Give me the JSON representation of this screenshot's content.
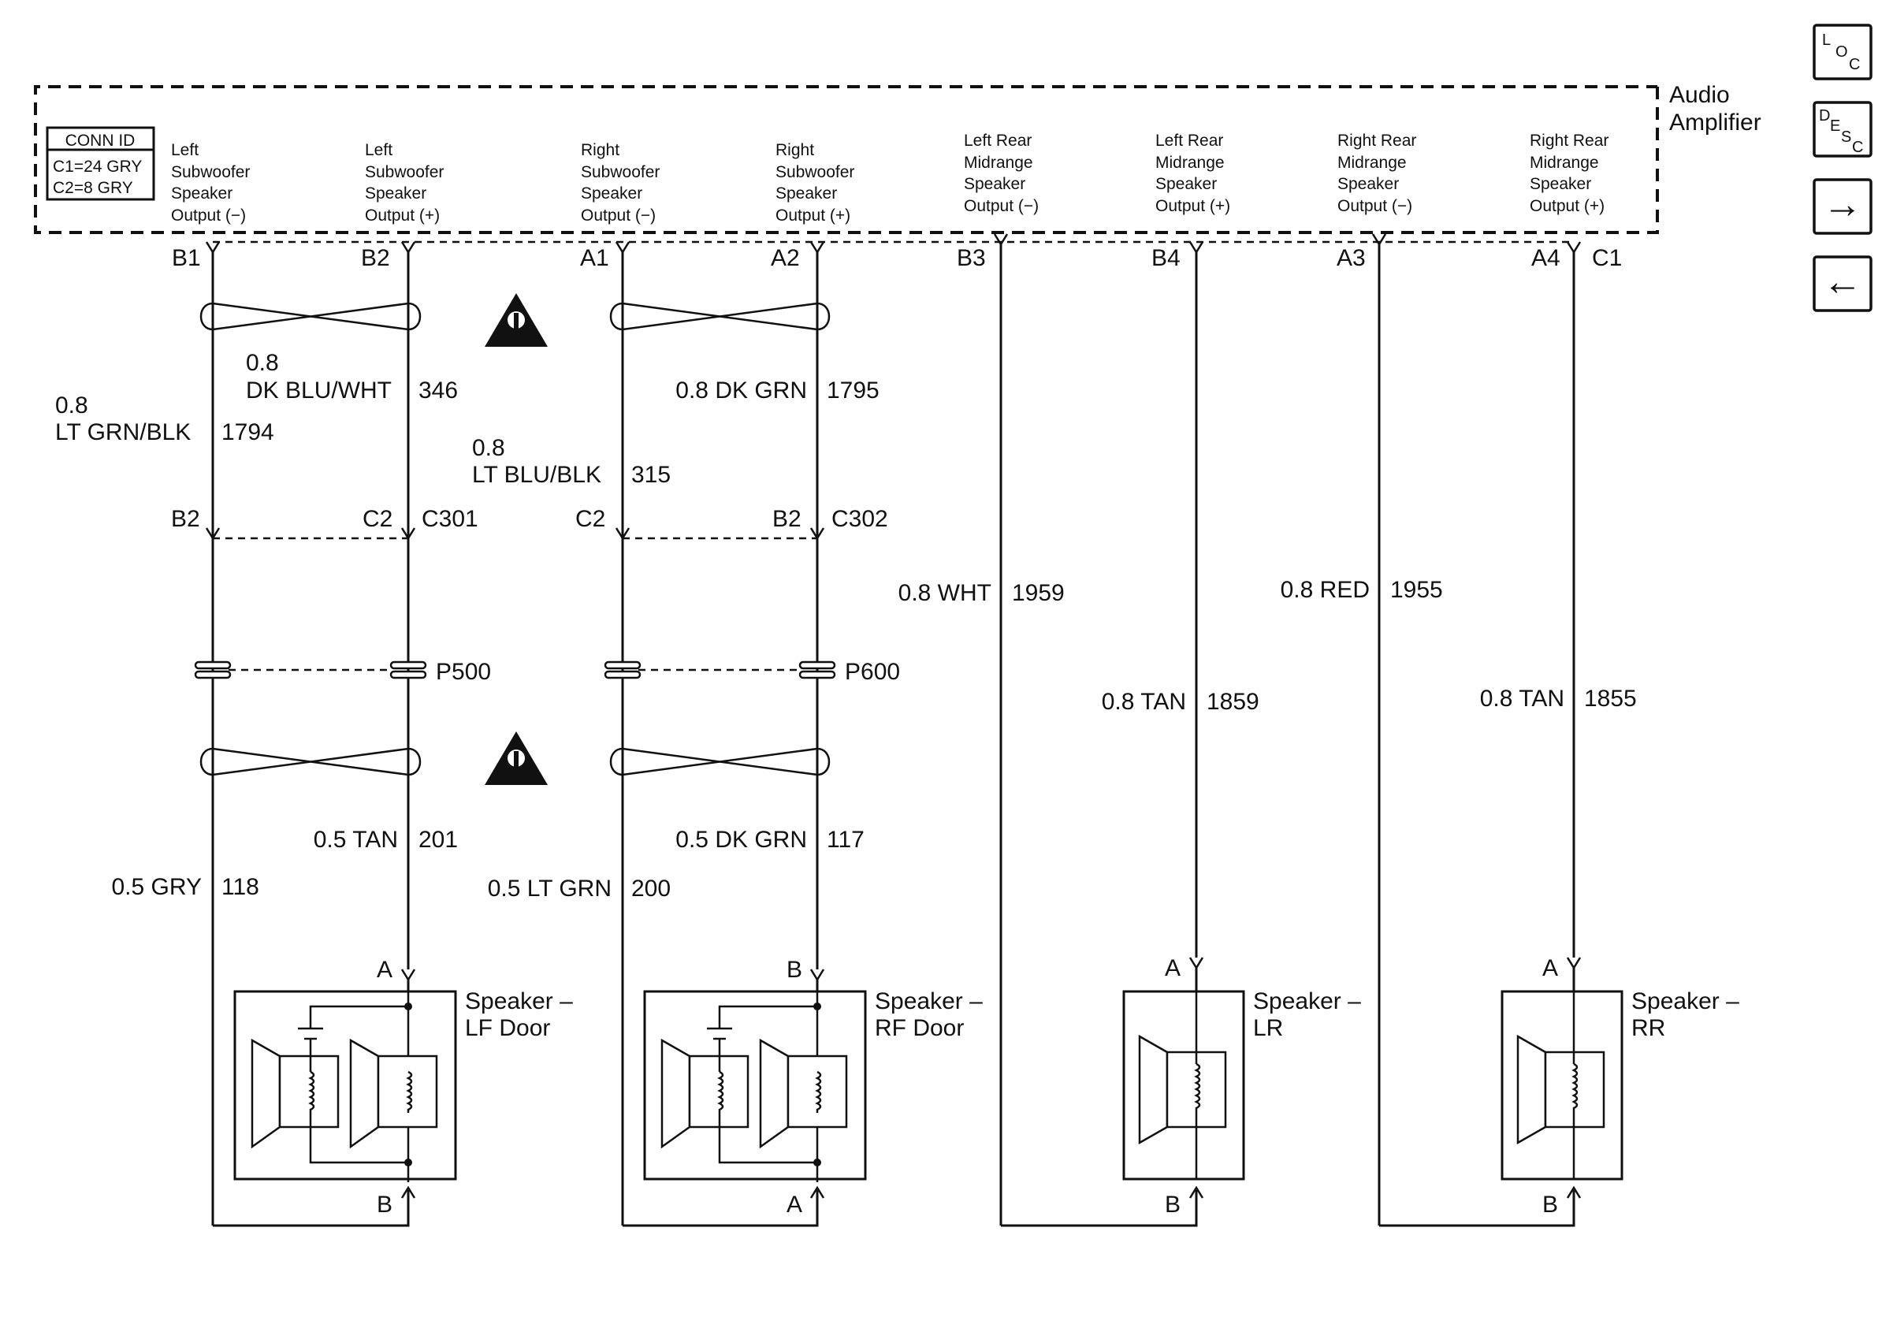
{
  "amplifier": {
    "name_line1": "Audio",
    "name_line2": "Amplifier",
    "conn_id": {
      "header": "CONN ID",
      "c1": "C1=24 GRY",
      "c2": "C2=8 GRY"
    },
    "outputs": [
      {
        "l1": "Left",
        "l2": "Subwoofer",
        "l3": "Speaker",
        "l4": "Output (−)",
        "pin": "B1"
      },
      {
        "l1": "Left",
        "l2": "Subwoofer",
        "l3": "Speaker",
        "l4": "Output (+)",
        "pin": "B2"
      },
      {
        "l1": "Right",
        "l2": "Subwoofer",
        "l3": "Speaker",
        "l4": "Output (−)",
        "pin": "A1"
      },
      {
        "l1": "Right",
        "l2": "Subwoofer",
        "l3": "Speaker",
        "l4": "Output (+)",
        "pin": "A2"
      },
      {
        "l1": "Left Rear",
        "l2": "Midrange",
        "l3": "Speaker",
        "l4": "Output (−)",
        "pin": "B3"
      },
      {
        "l1": "Left Rear",
        "l2": "Midrange",
        "l3": "Speaker",
        "l4": "Output (+)",
        "pin": "B4"
      },
      {
        "l1": "Right Rear",
        "l2": "Midrange",
        "l3": "Speaker",
        "l4": "Output (−)",
        "pin": "A3"
      },
      {
        "l1": "Right Rear",
        "l2": "Midrange",
        "l3": "Speaker",
        "l4": "Output (+)",
        "pin": "A4"
      }
    ],
    "connector": "C1"
  },
  "nav": {
    "loc": {
      "a": "L",
      "b": "O",
      "c": "C"
    },
    "desc": {
      "a": "D",
      "b": "E",
      "c": "S",
      "d": "C"
    },
    "next_glyph": "→",
    "prev_glyph": "←"
  },
  "wires": {
    "w1794": {
      "gauge": "0.8",
      "color": "LT GRN/BLK",
      "circuit": "1794"
    },
    "w346": {
      "gauge": "0.8",
      "color": "DK BLU/WHT",
      "circuit": "346"
    },
    "w315": {
      "gauge": "0.8",
      "color": "LT BLU/BLK",
      "circuit": "315"
    },
    "w1795": {
      "label": "0.8 DK GRN",
      "circuit": "1795"
    },
    "w1959": {
      "label": "0.8 WHT",
      "circuit": "1959"
    },
    "w1955": {
      "label": "0.8 RED",
      "circuit": "1955"
    },
    "w1859": {
      "label": "0.8 TAN",
      "circuit": "1859"
    },
    "w1855": {
      "label": "0.8 TAN",
      "circuit": "1855"
    },
    "w201": {
      "label": "0.5 TAN",
      "circuit": "201"
    },
    "w118": {
      "label": "0.5 GRY",
      "circuit": "118"
    },
    "w117": {
      "label": "0.5 DK GRN",
      "circuit": "117"
    },
    "w200": {
      "label": "0.5 LT GRN",
      "circuit": "200"
    }
  },
  "inline_connectors": {
    "c301": {
      "name": "C301",
      "pin_left": "B2",
      "pin_right": "C2"
    },
    "c302": {
      "name": "C302",
      "pin_left": "C2",
      "pin_right": "B2"
    }
  },
  "splices": {
    "p500": "P500",
    "p600": "P600"
  },
  "speakers": {
    "lf": {
      "name_line1": "Speaker –",
      "name_line2": "LF Door",
      "pin_top": "A",
      "pin_bottom": "B"
    },
    "rf": {
      "name_line1": "Speaker –",
      "name_line2": "RF Door",
      "pin_top": "B",
      "pin_bottom": "A"
    },
    "lr": {
      "name_line1": "Speaker –",
      "name_line2": "LR",
      "pin_top": "A",
      "pin_bottom": "B"
    },
    "rr": {
      "name_line1": "Speaker –",
      "name_line2": "RR",
      "pin_top": "A",
      "pin_bottom": "B"
    }
  }
}
